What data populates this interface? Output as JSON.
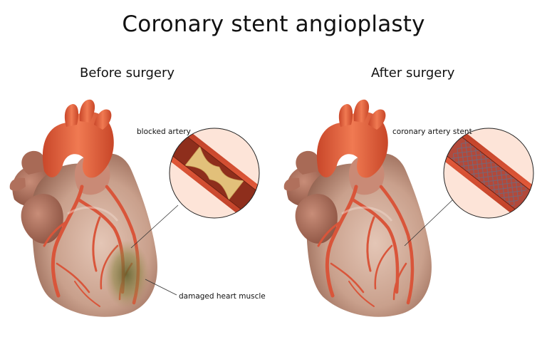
{
  "title": "Coronary stent angioplasty",
  "panels": [
    {
      "subtitle": "Before surgery",
      "callouts": [
        "blocked artery",
        "damaged heart muscle"
      ]
    },
    {
      "subtitle": "After surgery",
      "callouts": [
        "coronary artery stent"
      ]
    }
  ],
  "colors": {
    "heart_flesh": "#c9a08c",
    "heart_shadow": "#9c6a58",
    "aorta": "#e0603e",
    "artery": "#d9553a",
    "vessel_wall": "#c8472e",
    "circle_bg": "#fde4d8",
    "plaque": "#e2c07a",
    "damage": "#7f7a3c",
    "stent_mesh": "#6d6a7e"
  }
}
